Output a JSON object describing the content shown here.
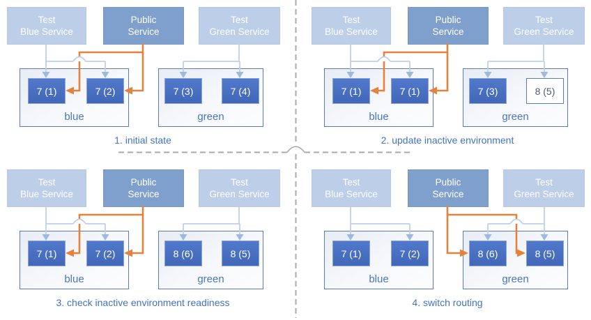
{
  "colors": {
    "orange_route": "#E5813B",
    "test_line_blue": "#BFCFE9",
    "arrowhead_blue": "#9FB8DE",
    "instance_fill": "#4A71C3",
    "public_service_fill": "#7FA0CD",
    "test_service_fill": "#BDCEE8",
    "env_border": "#5B7BB5",
    "caption_text": "#4472C4",
    "divider_gray": "#A9A9A9"
  },
  "quadrants": [
    {
      "caption": "1. initial state",
      "public_routes_to": "blue",
      "services": [
        {
          "line1": "Test",
          "line2": "Blue Service"
        },
        {
          "line1": "Public",
          "line2": "Service"
        },
        {
          "line1": "Test",
          "line2": "Green Service"
        }
      ],
      "blue_env": {
        "label": "blue",
        "instances": [
          {
            "label": "7 (1)",
            "outlined": false
          },
          {
            "label": "7 (2)",
            "outlined": false
          }
        ]
      },
      "green_env": {
        "label": "green",
        "instances": [
          {
            "label": "7 (3)",
            "outlined": false
          },
          {
            "label": "7 (4)",
            "outlined": false
          }
        ]
      }
    },
    {
      "caption": "2. update inactive environment",
      "public_routes_to": "blue",
      "services": [
        {
          "line1": "Test",
          "line2": "Blue Service"
        },
        {
          "line1": "Public",
          "line2": "Service"
        },
        {
          "line1": "Test",
          "line2": "Green Service"
        }
      ],
      "blue_env": {
        "label": "blue",
        "instances": [
          {
            "label": "7 (1)",
            "outlined": false
          },
          {
            "label": "7 (1)",
            "outlined": false
          }
        ]
      },
      "green_env": {
        "label": "green",
        "instances": [
          {
            "label": "7 (3)",
            "outlined": false
          },
          {
            "label": "8 (5)",
            "outlined": true
          }
        ]
      }
    },
    {
      "caption": "3. check inactive environment readiness",
      "public_routes_to": "blue",
      "services": [
        {
          "line1": "Test",
          "line2": "Blue Service"
        },
        {
          "line1": "Public",
          "line2": "Service"
        },
        {
          "line1": "Test",
          "line2": "Green Service"
        }
      ],
      "blue_env": {
        "label": "blue",
        "instances": [
          {
            "label": "7 (1)",
            "outlined": false
          },
          {
            "label": "7 (2)",
            "outlined": false
          }
        ]
      },
      "green_env": {
        "label": "green",
        "instances": [
          {
            "label": "8 (6)",
            "outlined": false
          },
          {
            "label": "8 (5)",
            "outlined": false
          }
        ]
      }
    },
    {
      "caption": "4. switch routing",
      "public_routes_to": "green",
      "services": [
        {
          "line1": "Test",
          "line2": "Blue Service"
        },
        {
          "line1": "Public",
          "line2": "Service"
        },
        {
          "line1": "Test",
          "line2": "Green Service"
        }
      ],
      "blue_env": {
        "label": "blue",
        "instances": [
          {
            "label": "7 (1)",
            "outlined": false
          },
          {
            "label": "7 (2)",
            "outlined": false
          }
        ]
      },
      "green_env": {
        "label": "green",
        "instances": [
          {
            "label": "8 (6)",
            "outlined": false
          },
          {
            "label": "8 (5)",
            "outlined": false
          }
        ]
      }
    }
  ]
}
